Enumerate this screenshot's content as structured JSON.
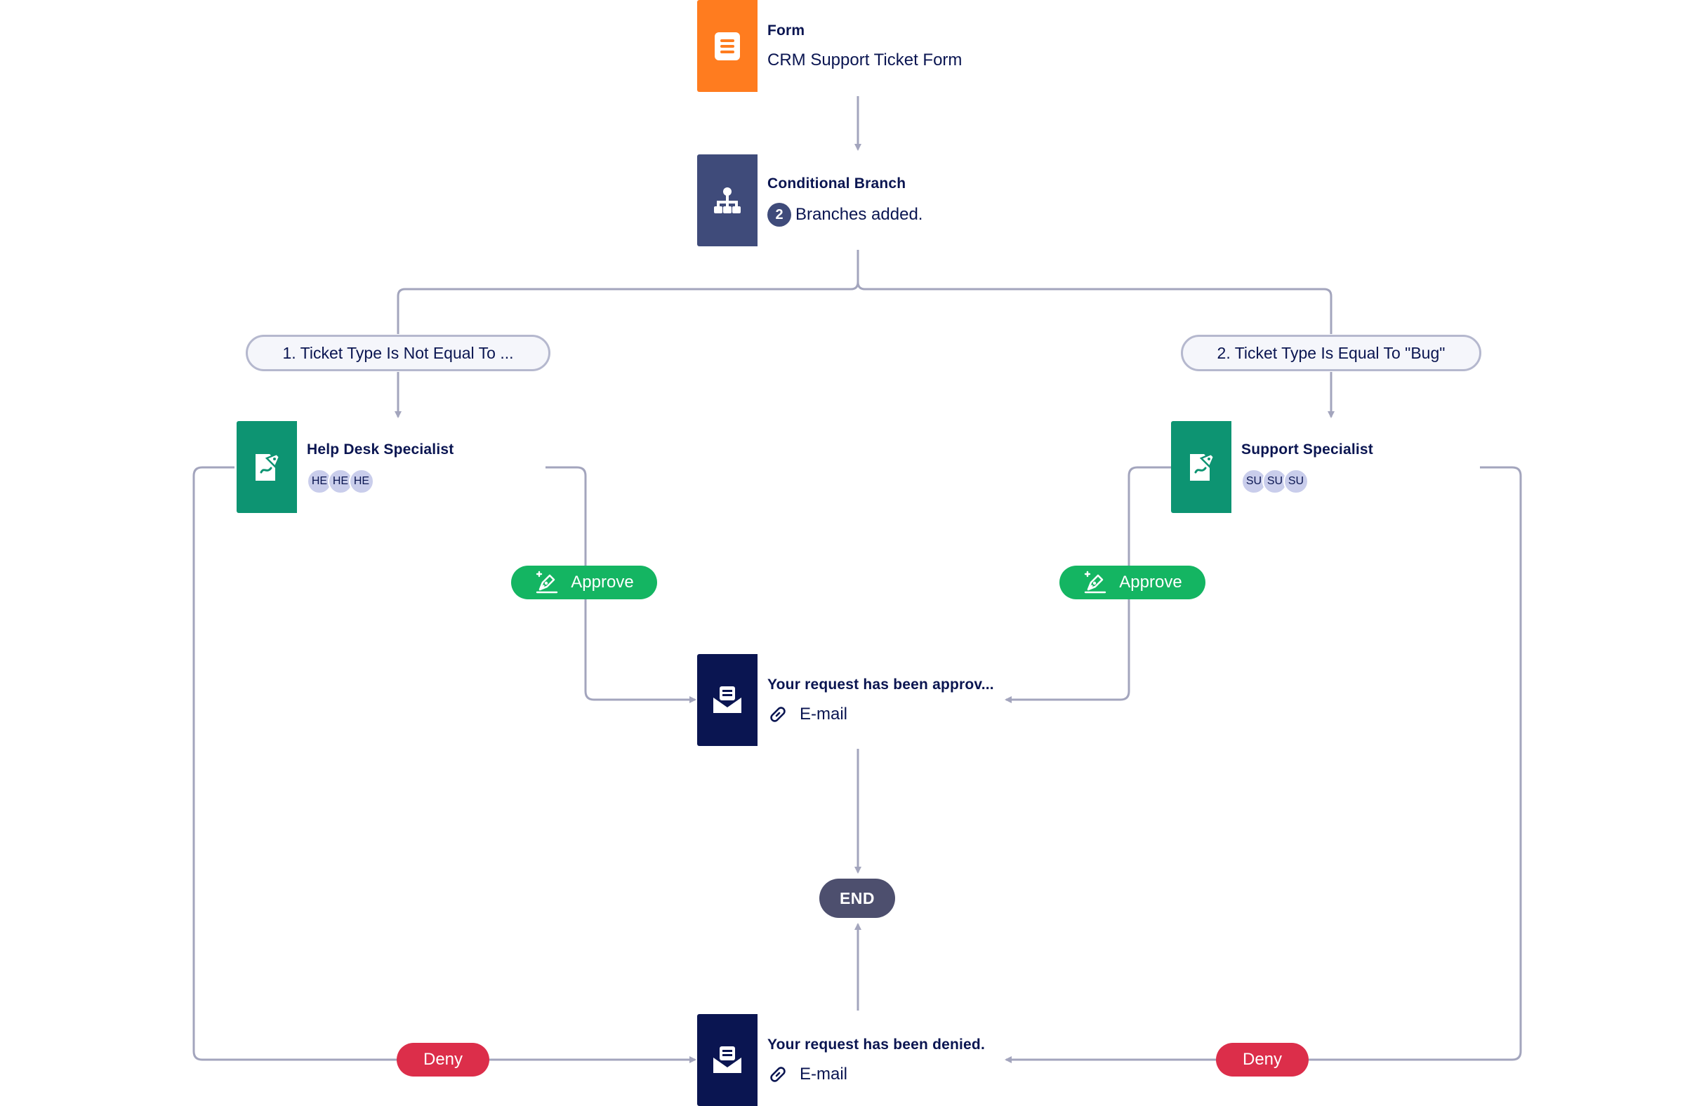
{
  "colors": {
    "form": "#ff7c1f",
    "branch": "#3f4b7a",
    "approval": "#0d9472",
    "email": "#0a1551",
    "approve": "#14b562",
    "deny": "#dc2e4a",
    "end": "#4d4f6e",
    "connector": "#a3a5bd"
  },
  "form_node": {
    "icon": "form-list-icon",
    "title": "Form",
    "subtitle": "CRM Support Ticket Form"
  },
  "branch_node": {
    "icon": "hierarchy-icon",
    "title": "Conditional Branch",
    "count": "2",
    "subtitle": "Branches added."
  },
  "conditions": [
    {
      "label": "1. Ticket Type Is Not Equal To ..."
    },
    {
      "label": "2. Ticket Type Is Equal To \"Bug\""
    }
  ],
  "approvers": [
    {
      "icon": "approval-signature-icon",
      "title": "Help Desk Specialist",
      "avatars": [
        "HE",
        "HE",
        "HE"
      ]
    },
    {
      "icon": "approval-signature-icon",
      "title": "Support Specialist",
      "avatars": [
        "SU",
        "SU",
        "SU"
      ]
    }
  ],
  "actions": {
    "approve_label": "Approve",
    "deny_label": "Deny",
    "approve_icon": "pen-nib-icon"
  },
  "emails": [
    {
      "icon": "envelope-icon",
      "title": "Your request has been approv...",
      "subtitle": "E-mail",
      "link_icon": "link-icon"
    },
    {
      "icon": "envelope-icon",
      "title": "Your request has been denied.",
      "subtitle": "E-mail",
      "link_icon": "link-icon"
    }
  ],
  "end_label": "END"
}
